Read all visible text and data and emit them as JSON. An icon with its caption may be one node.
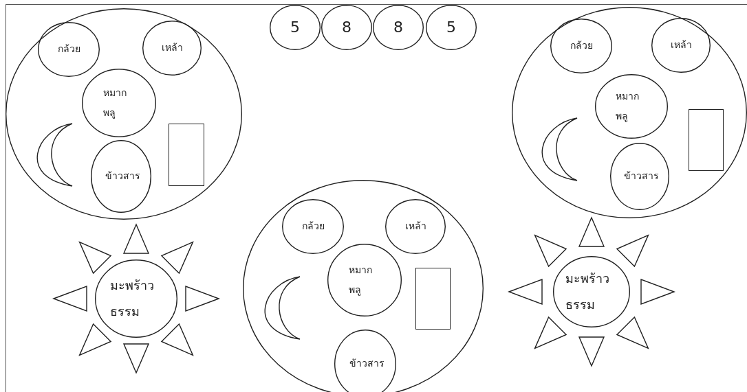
{
  "diagram": {
    "nodes": [
      {
        "text": [
          "5"
        ]
      },
      {
        "text": [
          "8"
        ]
      },
      {
        "text": [
          "8"
        ]
      },
      {
        "text": [
          "5"
        ]
      },
      {
        "text": [],
        "shape": "circle"
      },
      {
        "text": [
          "กล้วย"
        ],
        "in": 4
      },
      {
        "text": [
          "เหล้า"
        ],
        "in": 4
      },
      {
        "text": [
          "หมากพลู"
        ],
        "in": 4
      },
      {
        "text": [],
        "shape": "crescent",
        "in": 4
      },
      {
        "text": [],
        "shape": "box",
        "in": 4
      },
      {
        "text": [
          "ข้าวสาร"
        ],
        "in": 4
      },
      {
        "text": [],
        "shape": "circle"
      },
      {
        "text": [
          "กล้วย"
        ],
        "in": 11
      },
      {
        "text": [
          "เหล้า"
        ],
        "in": 11
      },
      {
        "text": [
          "หมากพลู"
        ],
        "in": 11
      },
      {
        "text": [],
        "shape": "crescent",
        "in": 11
      },
      {
        "text": [],
        "shape": "box",
        "in": 11
      },
      {
        "text": [
          "ข้าวสาร"
        ],
        "in": 11
      },
      {
        "text": [],
        "shape": "circle"
      },
      {
        "text": [
          "กล้วย"
        ],
        "in": 18
      },
      {
        "text": [
          "เหล้า"
        ],
        "in": 18
      },
      {
        "text": [
          "หมากพลู"
        ],
        "in": 18
      },
      {
        "text": [],
        "shape": "crescent",
        "in": 18
      },
      {
        "text": [],
        "shape": "box",
        "in": 18
      },
      {
        "text": [
          "ข้าวสาร"
        ],
        "in": 18
      },
      {
        "text": [
          "มะพร้าวธรรม"
        ]
      },
      {
        "text": [
          "มะพร้าวธรรม"
        ]
      }
    ]
  }
}
